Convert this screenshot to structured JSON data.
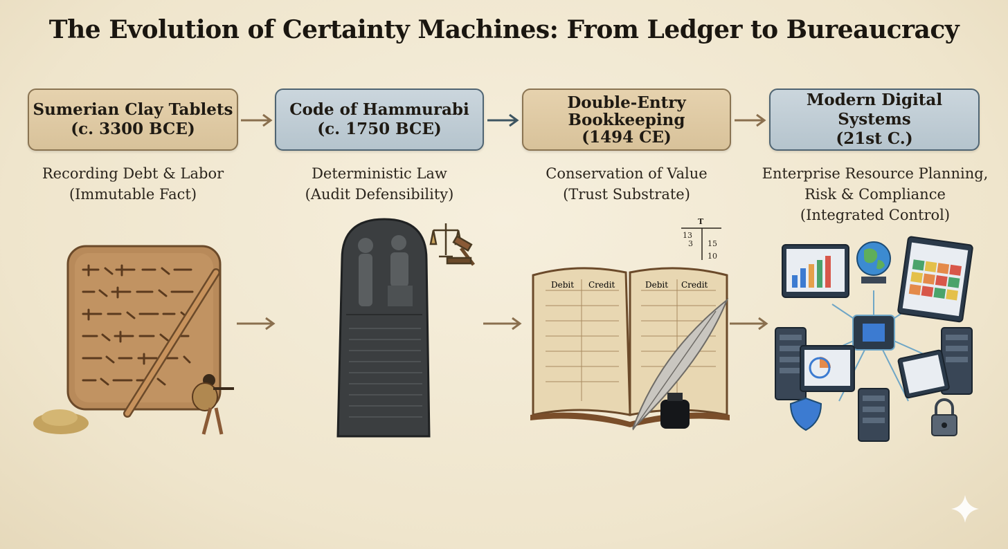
{
  "title": "The Evolution of Certainty Machines: From Ledger to Bureaucracy",
  "stages": [
    {
      "name": "Sumerian Clay Tablets",
      "date": "(c. 3300 BCE)",
      "desc": [
        "Recording Debt & Labor",
        "(Immutable Fact)"
      ]
    },
    {
      "name": "Code of Hammurabi",
      "date": "(c. 1750 BCE)",
      "desc": [
        "Deterministic Law",
        "(Audit Defensibility)"
      ]
    },
    {
      "name": "Double-Entry",
      "name2": "Bookkeeping",
      "date": "(1494 CE)",
      "desc": [
        "Conservation of Value",
        "(Trust Substrate)"
      ]
    },
    {
      "name": "Modern Digital Systems",
      "date": "(21st C.)",
      "desc": [
        "Enterprise Resource Planning,",
        "Risk & Compliance",
        "(Integrated Control)"
      ]
    }
  ],
  "ledger": {
    "left_debit": "Debit",
    "left_credit": "Credit",
    "right_debit": "Debit",
    "right_credit": "Credit"
  },
  "t_account": {
    "header": "T",
    "a": "13",
    "b": "3",
    "c": "15",
    "d": "10"
  },
  "colors": {
    "tan": "#dcc7a1",
    "blue": "#bfcdd5",
    "arrow": "#8a6f4e",
    "arrow_dark": "#3d5561"
  }
}
